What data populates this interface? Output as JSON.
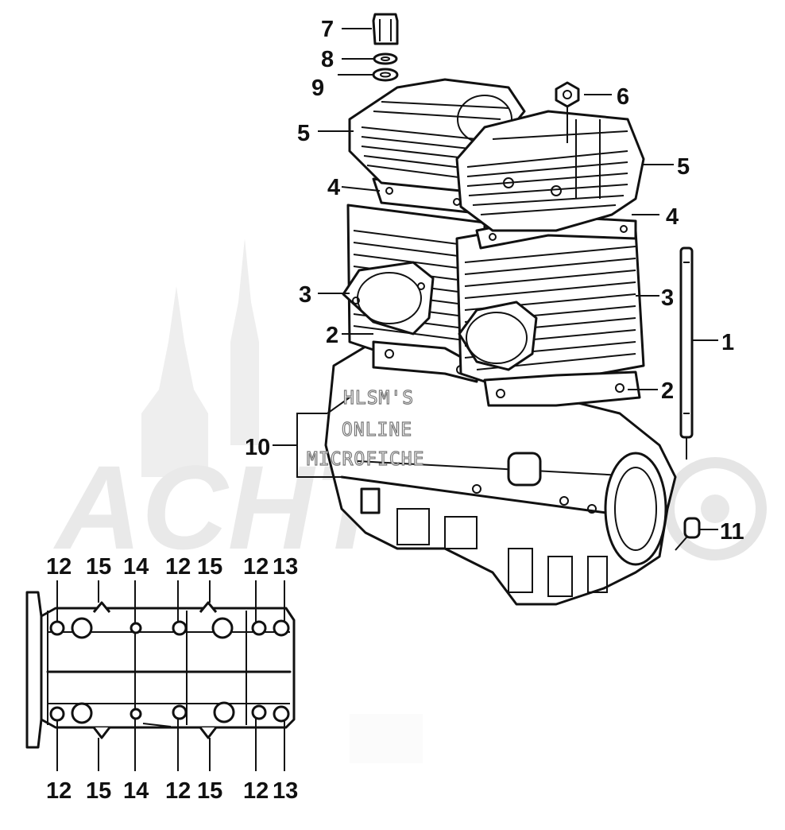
{
  "watermark": {
    "brand": "ACHTUNG",
    "lines": [
      "HLSM'S",
      "ONLINE",
      "MICROFICHE"
    ]
  },
  "callouts": {
    "c1": "1",
    "c2_left": "2",
    "c2_right": "2",
    "c3_left": "3",
    "c3_right": "3",
    "c4_left": "4",
    "c4_right": "4",
    "c5_left": "5",
    "c5_right": "5",
    "c6": "6",
    "c7": "7",
    "c8": "8",
    "c9": "9",
    "c10": "10",
    "c11": "11"
  },
  "inset_top_labels": [
    "12",
    "15",
    "14",
    "12",
    "15",
    "12",
    "13"
  ],
  "inset_bottom_labels": [
    "12",
    "15",
    "14",
    "12",
    "15",
    "12",
    "13"
  ]
}
